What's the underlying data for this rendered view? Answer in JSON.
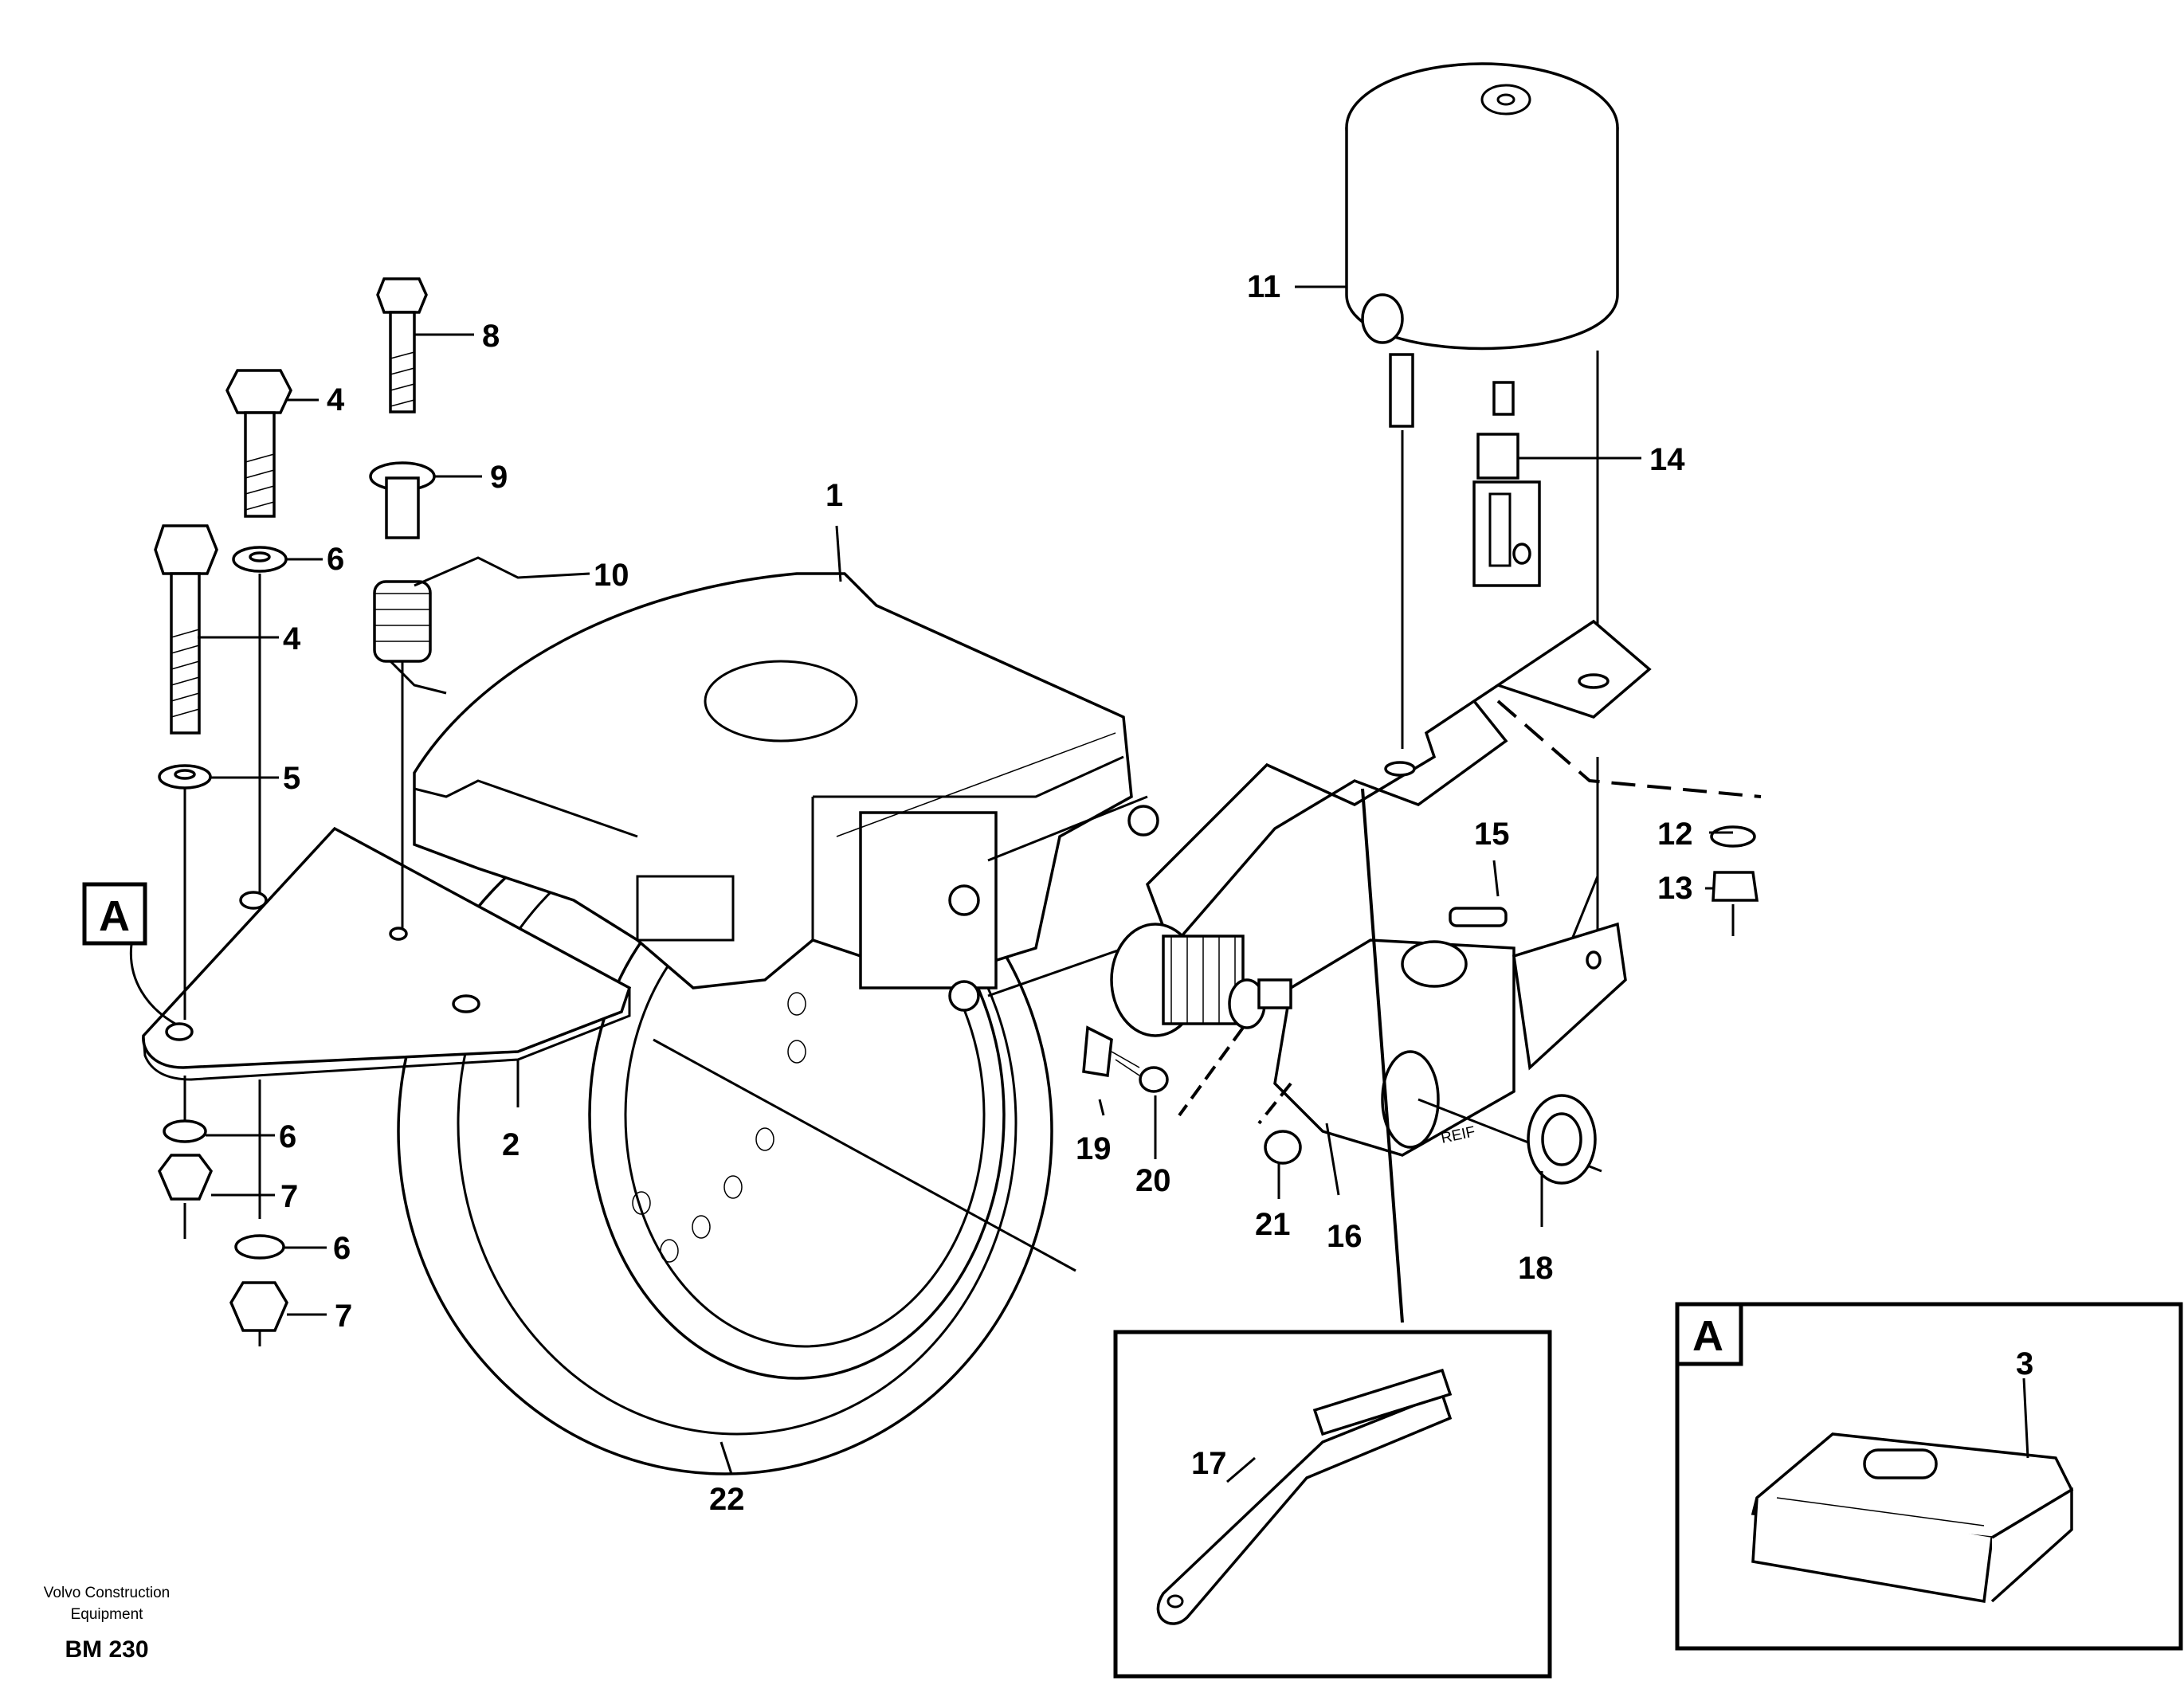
{
  "diagram": {
    "callouts": [
      "1",
      "2",
      "3",
      "4",
      "4",
      "5",
      "6",
      "6",
      "6",
      "7",
      "7",
      "8",
      "9",
      "10",
      "11",
      "12",
      "13",
      "14",
      "15",
      "16",
      "17",
      "18",
      "19",
      "20",
      "21",
      "22"
    ],
    "detail_marker": "A",
    "detail_box_letter": "A"
  },
  "footer": {
    "company_line1": "Volvo Construction",
    "company_line2": "Equipment",
    "code": "BM 230"
  },
  "stamp_text": "REIF"
}
